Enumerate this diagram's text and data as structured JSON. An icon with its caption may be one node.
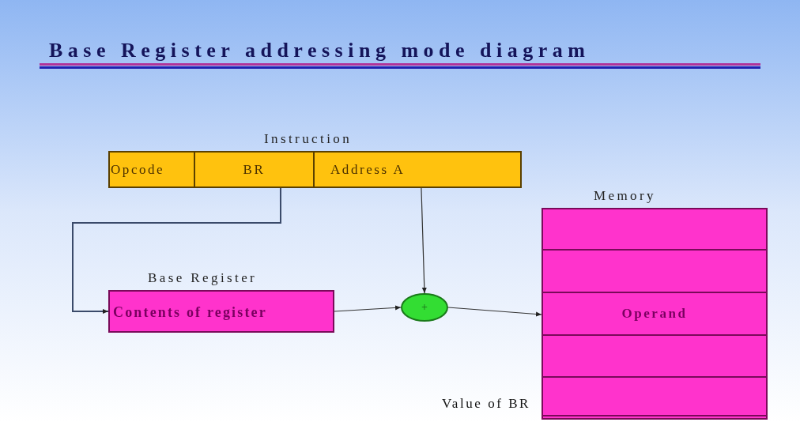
{
  "diagram": {
    "title": "Base Register addressing mode diagram",
    "nodes": [
      {
        "text": [
          "Instruction"
        ]
      },
      {
        "text": [
          "Opcode"
        ],
        "in": 0
      },
      {
        "text": [
          "BR"
        ],
        "in": 0
      },
      {
        "text": [
          "Address A"
        ],
        "in": 0
      },
      {
        "text": [
          "Base Register",
          "Contents of register"
        ]
      },
      {
        "text": [
          "+"
        ]
      },
      {
        "text": [
          "Memory"
        ]
      },
      {
        "text": [],
        "shape": "box",
        "in": 6
      },
      {
        "text": [],
        "shape": "box",
        "in": 6
      },
      {
        "text": [
          "Operand"
        ],
        "in": 6
      },
      {
        "text": [],
        "shape": "box",
        "in": 6
      },
      {
        "text": [],
        "shape": "box",
        "in": 6,
        "beside": [
          "Value of BR"
        ]
      }
    ],
    "edges": [
      {
        "from": 2,
        "to": 4,
        "arrow": "to"
      },
      {
        "from": 3,
        "to": 5,
        "arrow": "to"
      },
      {
        "from": 4,
        "to": 5,
        "arrow": "to"
      },
      {
        "from": 5,
        "to": 9,
        "arrow": "to"
      }
    ]
  }
}
